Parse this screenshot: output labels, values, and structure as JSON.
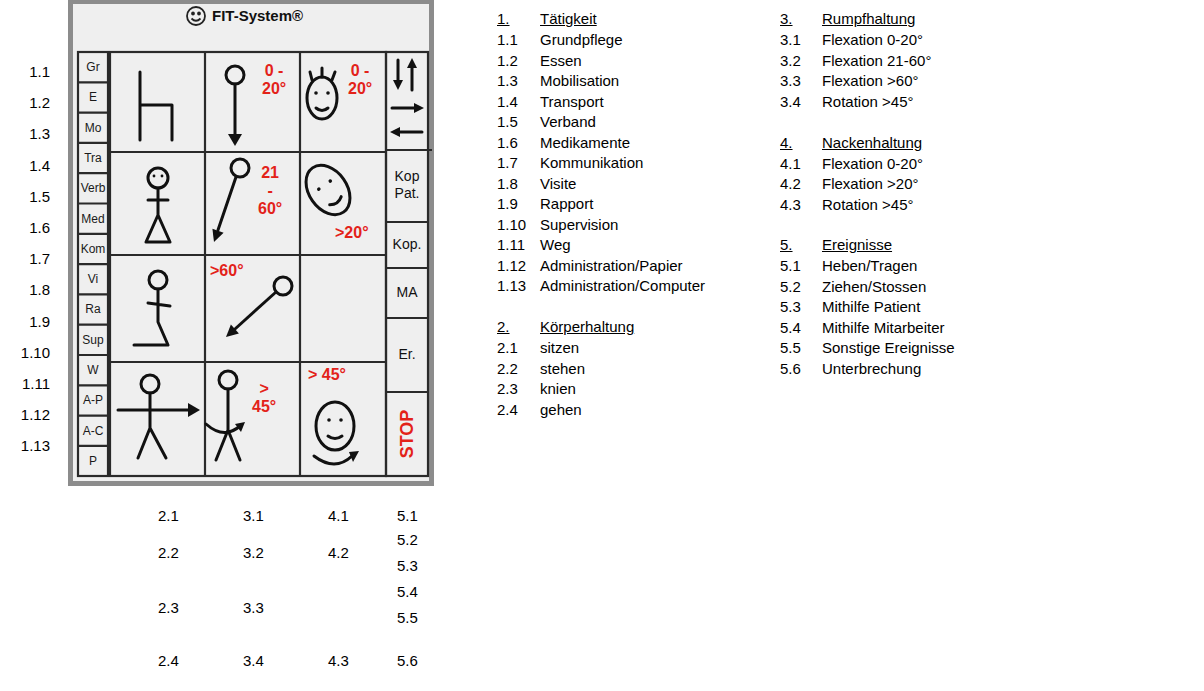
{
  "diagram": {
    "nodes": [
      {
        "text": [
          "FIT-System®"
        ]
      }
    ],
    "labels": [
      "1.1",
      "1.2",
      "1.3",
      "1.4",
      "1.5",
      "1.6",
      "1.7",
      "1.8",
      "1.9",
      "1.10",
      "1.11",
      "1.12",
      "1.13",
      "Gr",
      "E",
      "Mo",
      "Tra",
      "Verb",
      "Med",
      "Kom",
      "Vi",
      "Ra",
      "Sup",
      "W",
      "A-P",
      "A-C",
      "P",
      "2.1",
      "3.1",
      "4.1",
      "5.1",
      "5.2",
      "2.2",
      "3.2",
      "4.2",
      "5.3",
      "5.4",
      "2.3",
      "3.3",
      "5.5",
      "2.4",
      "3.4",
      "4.3",
      "5.6",
      "1.",
      "Tätigkeit",
      "1.1",
      "Grundpflege",
      "1.2",
      "Essen",
      "1.3",
      "Mobilisation",
      "1.4",
      "Transport",
      "1.5",
      "Verband",
      "1.6",
      "Medikamente",
      "1.7",
      "Kommunikation",
      "1.8",
      "Visite",
      "1.9",
      "Rapport",
      "1.10",
      "Supervision",
      "1.11",
      "Weg",
      "1.12",
      "Administration/Papier",
      "1.13",
      "Administration/Computer",
      "2.",
      "Körperhaltung",
      "2.1",
      "sitzen",
      "2.2",
      "stehen",
      "2.3",
      "knien",
      "2.4",
      "gehen",
      "3.",
      "Rumpfhaltung",
      "3.1",
      "Flexation 0-20°",
      "3.2",
      "Flexation 21-60°",
      "3.3",
      "Flexation >60°",
      "3.4",
      "Rotation >45°",
      "4.",
      "Nackenhaltung",
      "4.1",
      "Flexation 0-20°",
      "4.2",
      "Flexation >20°",
      "4.3",
      "Rotation >45°",
      "5.",
      "Ereignisse",
      "5.1",
      "Heben/Tragen",
      "5.2",
      "Ziehen/Stossen",
      "5.3",
      "Mithilfe Patient",
      "5.4",
      "Mithilfe Mitarbeiter",
      "5.5",
      "Sonstige Ereignisse",
      "5.6",
      "Unterbrechung",
      "Kop Pat.",
      "Kop.",
      "MA",
      "Er.",
      "STOP",
      "0 - 20°",
      "0 - 20°",
      "21 - 60°",
      ">20°",
      ">60°",
      "> 45°",
      "> 45°"
    ]
  }
}
